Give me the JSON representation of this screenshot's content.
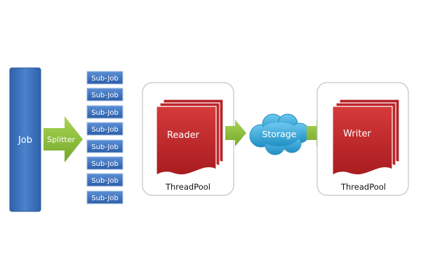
{
  "diagram": {
    "job_label": "Job",
    "splitter_label": "Splitter",
    "sub_jobs": [
      "Sub-Job",
      "Sub-Job",
      "Sub-Job",
      "Sub-Job",
      "Sub-Job",
      "Sub-Job",
      "Sub-Job",
      "Sub-Job"
    ],
    "reader_label": "Reader",
    "reader_pool_label": "ThreadPool",
    "storage_label": "Storage",
    "writer_label": "Writer",
    "writer_pool_label": "ThreadPool"
  },
  "colors": {
    "job_blue": "#3f77c2",
    "subjob_blue": "#3d73bc",
    "arrow_green": "#8ec13c",
    "doc_red": "#c8272b",
    "storage_cyan": "#36a6d6",
    "pool_border": "#c4c4c4"
  }
}
